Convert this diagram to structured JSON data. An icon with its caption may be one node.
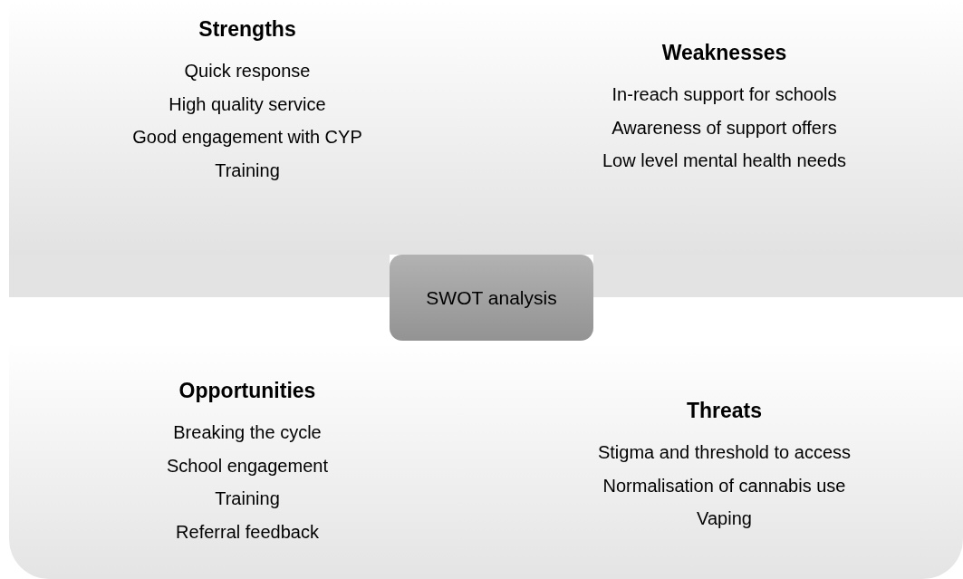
{
  "diagram": {
    "nodes": [
      {
        "text": [
          "Strengths",
          "Quick response",
          "High quality service",
          "Good engagement with CYP",
          "Training"
        ]
      },
      {
        "text": [
          "Weaknesses",
          "In-reach support for schools",
          "Awareness of support offers",
          "Low level mental health needs"
        ]
      },
      {
        "text": [
          "Opportunities",
          "Breaking the cycle",
          "School engagement",
          "Training",
          "Referral feedback"
        ]
      },
      {
        "text": [
          "Threats",
          "Stigma and threshold to access",
          "Normalisation of cannabis use",
          "Vaping"
        ]
      },
      {
        "text": [
          "SWOT analysis"
        ]
      }
    ]
  }
}
